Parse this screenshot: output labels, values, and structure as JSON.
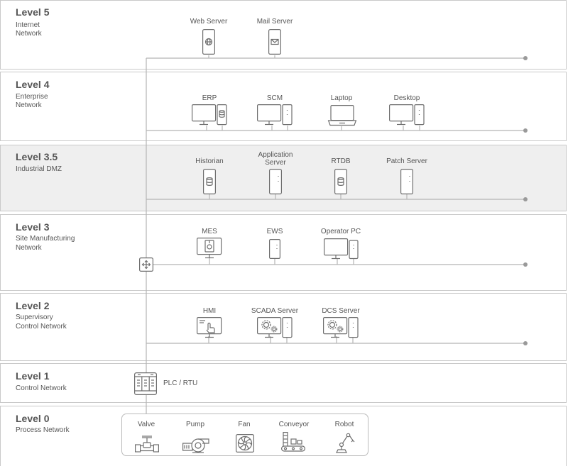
{
  "levels": {
    "l5": {
      "title": "Level 5",
      "line1": "Internet",
      "line2": "Network"
    },
    "l4": {
      "title": "Level 4",
      "line1": "Enterprise",
      "line2": "Network"
    },
    "l35": {
      "title": "Level 3.5",
      "line1": "Industrial DMZ",
      "line2": ""
    },
    "l3": {
      "title": "Level 3",
      "line1": "Site Manufacturing",
      "line2": "Network"
    },
    "l2": {
      "title": "Level 2",
      "line1": "Supervisory",
      "line2": "Control Network"
    },
    "l1": {
      "title": "Level 1",
      "line1": "Control Network",
      "line2": ""
    },
    "l0": {
      "title": "Level 0",
      "line1": "Process Network",
      "line2": ""
    }
  },
  "devices": {
    "web_server": "Web Server",
    "mail_server": "Mail Server",
    "erp": "ERP",
    "scm": "SCM",
    "laptop": "Laptop",
    "desktop": "Desktop",
    "historian": "Historian",
    "application_server_1": "Application",
    "application_server_2": "Server",
    "rtdb": "RTDB",
    "patch_server": "Patch Server",
    "mes": "MES",
    "ews": "EWS",
    "operator_pc": "Operator PC",
    "hmi": "HMI",
    "scada_server": "SCADA Server",
    "dcs_server": "DCS Server",
    "plc_rtu": "PLC / RTU",
    "valve": "Valve",
    "pump": "Pump",
    "fan": "Fan",
    "conveyor": "Conveyor",
    "robot": "Robot"
  },
  "colors": {
    "line": "#b5b5b5",
    "icon_stroke": "#6e6e6e",
    "band_border": "#c9c9c9",
    "dmz_fill": "#efefef",
    "text": "#555555"
  }
}
